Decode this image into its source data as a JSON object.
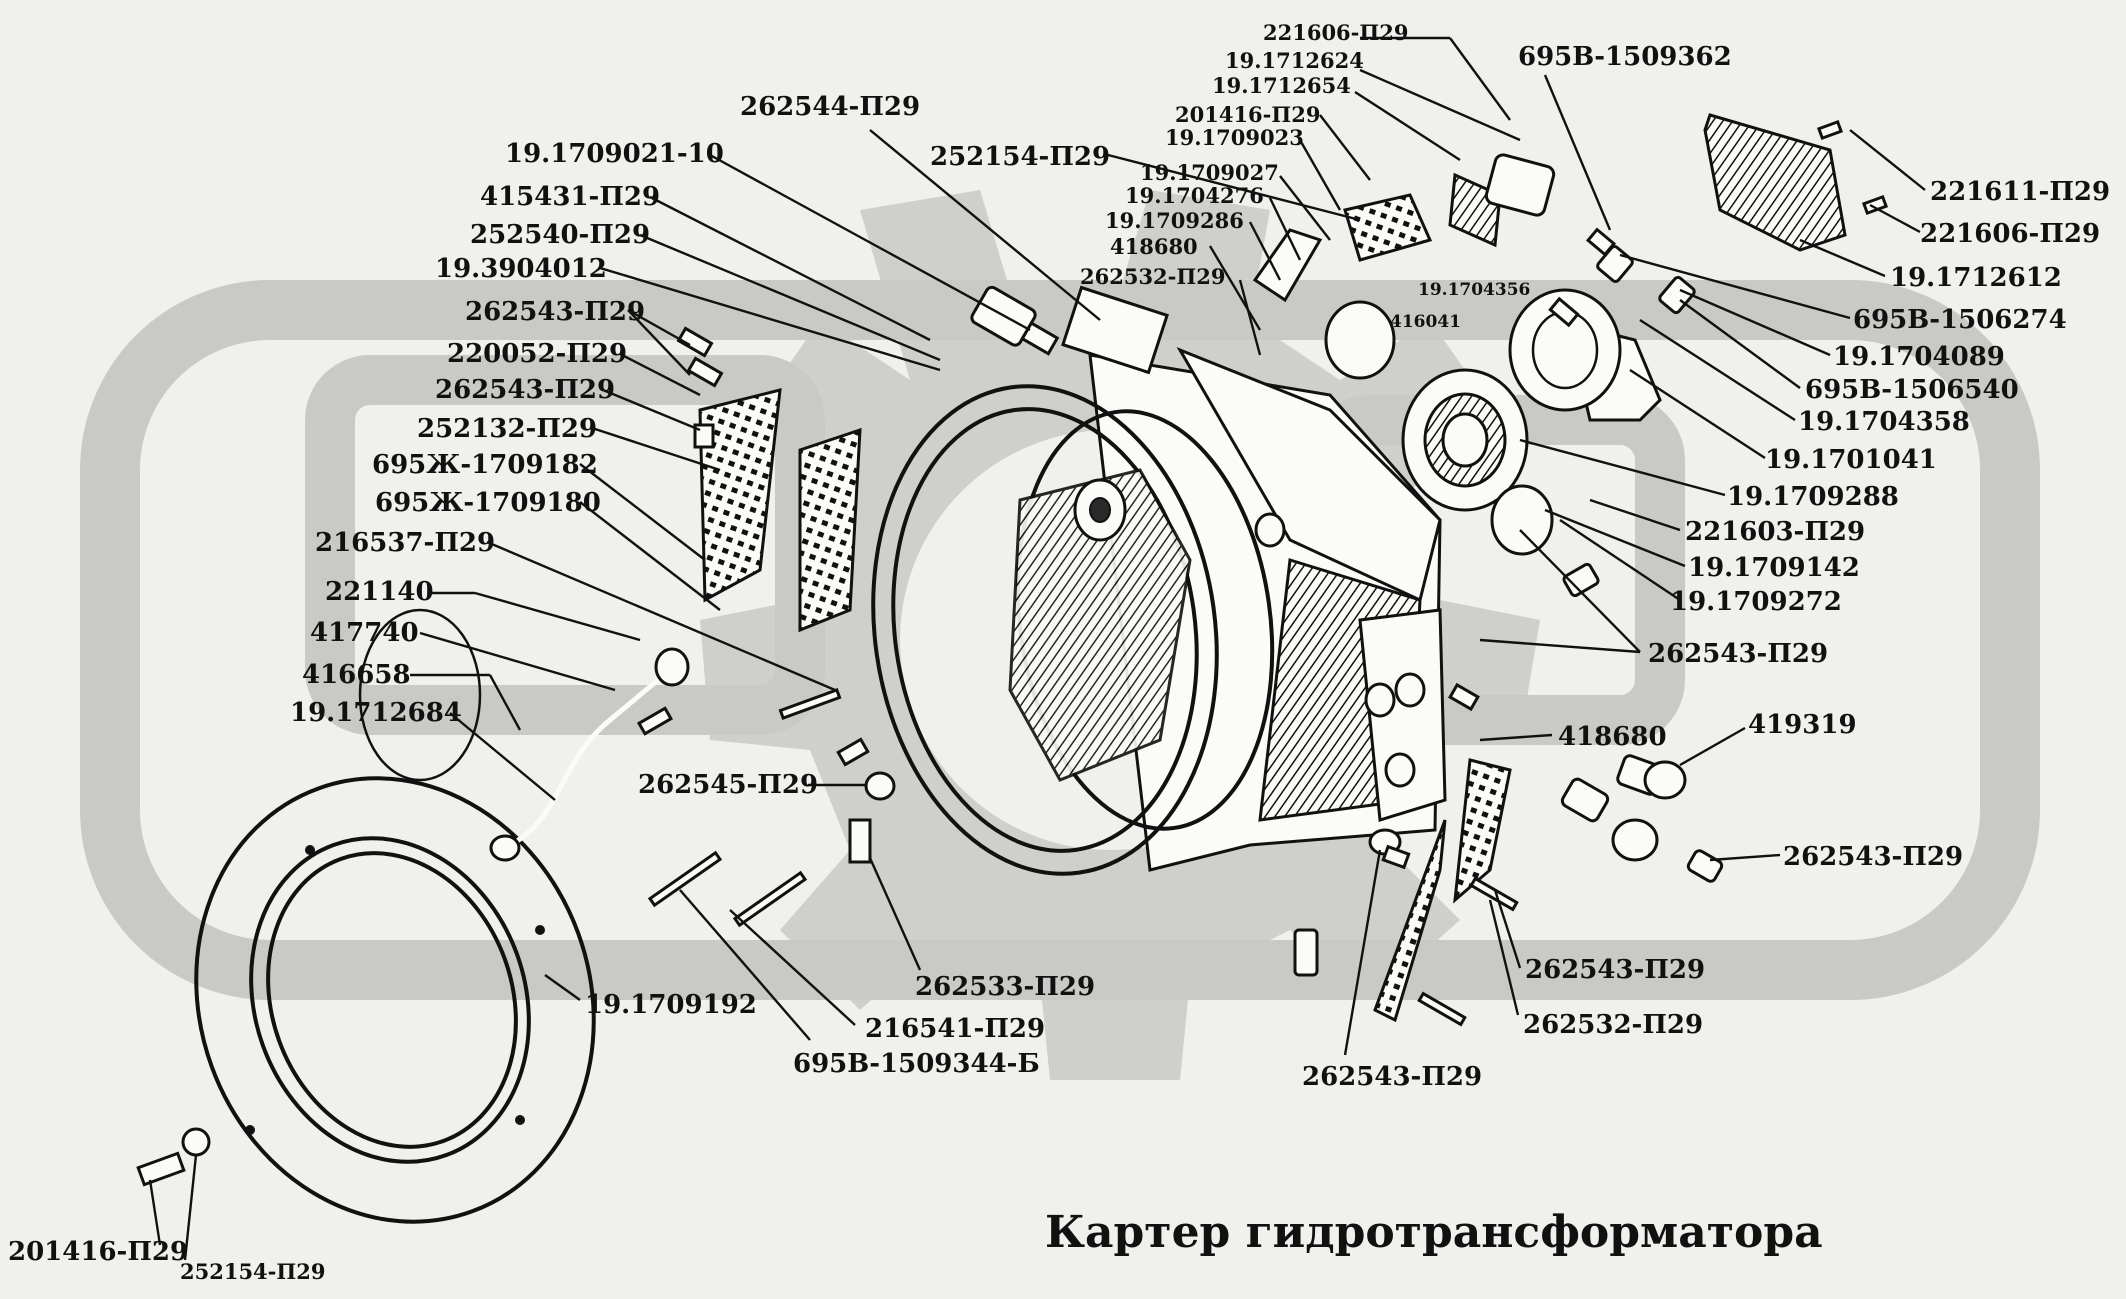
{
  "title": "Картер гидротрансформатора",
  "watermark": {
    "color": "#c9c9c5",
    "icon": "gear-logo-watermark"
  },
  "labels": [
    {
      "id": "l01",
      "text": "262544-П29"
    },
    {
      "id": "l02",
      "text": "19.1709021-10"
    },
    {
      "id": "l03",
      "text": "415431-П29"
    },
    {
      "id": "l04",
      "text": "252540-П29"
    },
    {
      "id": "l05",
      "text": "19.3904012"
    },
    {
      "id": "l06",
      "text": "262543-П29"
    },
    {
      "id": "l07",
      "text": "220052-П29"
    },
    {
      "id": "l08",
      "text": "262543-П29"
    },
    {
      "id": "l09",
      "text": "252132-П29"
    },
    {
      "id": "l10",
      "text": "695Ж-1709182"
    },
    {
      "id": "l11",
      "text": "695Ж-1709180"
    },
    {
      "id": "l12",
      "text": "216537-П29"
    },
    {
      "id": "l13",
      "text": "221140"
    },
    {
      "id": "l14",
      "text": "417740"
    },
    {
      "id": "l15",
      "text": "416658"
    },
    {
      "id": "l16",
      "text": "19.1712684"
    },
    {
      "id": "l17",
      "text": "262545-П29"
    },
    {
      "id": "l18",
      "text": "262533-П29"
    },
    {
      "id": "l19",
      "text": "216541-П29"
    },
    {
      "id": "l20",
      "text": "695В-1509344-Б"
    },
    {
      "id": "l21",
      "text": "19.1709192"
    },
    {
      "id": "l22",
      "text": "201416-П29"
    },
    {
      "id": "l23",
      "text": "252154-П29"
    },
    {
      "id": "l24",
      "text": "252154-П29"
    },
    {
      "id": "l25",
      "text": "221606-П29"
    },
    {
      "id": "l26",
      "text": "19.1712624"
    },
    {
      "id": "l27",
      "text": "19.1712654"
    },
    {
      "id": "l28",
      "text": "201416-П29"
    },
    {
      "id": "l29",
      "text": "19.1709023"
    },
    {
      "id": "l30",
      "text": "19.1709027"
    },
    {
      "id": "l31",
      "text": "19.1704276"
    },
    {
      "id": "l32",
      "text": "19.1709286"
    },
    {
      "id": "l33",
      "text": "418680"
    },
    {
      "id": "l34",
      "text": "262532-П29"
    },
    {
      "id": "l35",
      "text": "695В-1509362"
    },
    {
      "id": "l36",
      "text": "19.1704356"
    },
    {
      "id": "l37",
      "text": "416041"
    },
    {
      "id": "l38",
      "text": "221611-П29"
    },
    {
      "id": "l39",
      "text": "221606-П29"
    },
    {
      "id": "l40",
      "text": "19.1712612"
    },
    {
      "id": "l41",
      "text": "695В-1506274"
    },
    {
      "id": "l42",
      "text": "19.1704089"
    },
    {
      "id": "l43",
      "text": "695В-1506540"
    },
    {
      "id": "l44",
      "text": "19.1704358"
    },
    {
      "id": "l45",
      "text": "19.1701041"
    },
    {
      "id": "l46",
      "text": "19.1709288"
    },
    {
      "id": "l47",
      "text": "221603-П29"
    },
    {
      "id": "l48",
      "text": "19.1709142"
    },
    {
      "id": "l49",
      "text": "19.1709272"
    },
    {
      "id": "l50",
      "text": "262543-П29"
    },
    {
      "id": "l51",
      "text": "418680"
    },
    {
      "id": "l52",
      "text": "419319"
    },
    {
      "id": "l53",
      "text": "262543-П29"
    },
    {
      "id": "l54",
      "text": "262543-П29"
    },
    {
      "id": "l55",
      "text": "262532-П29"
    },
    {
      "id": "l56",
      "text": "262543-П29"
    }
  ]
}
